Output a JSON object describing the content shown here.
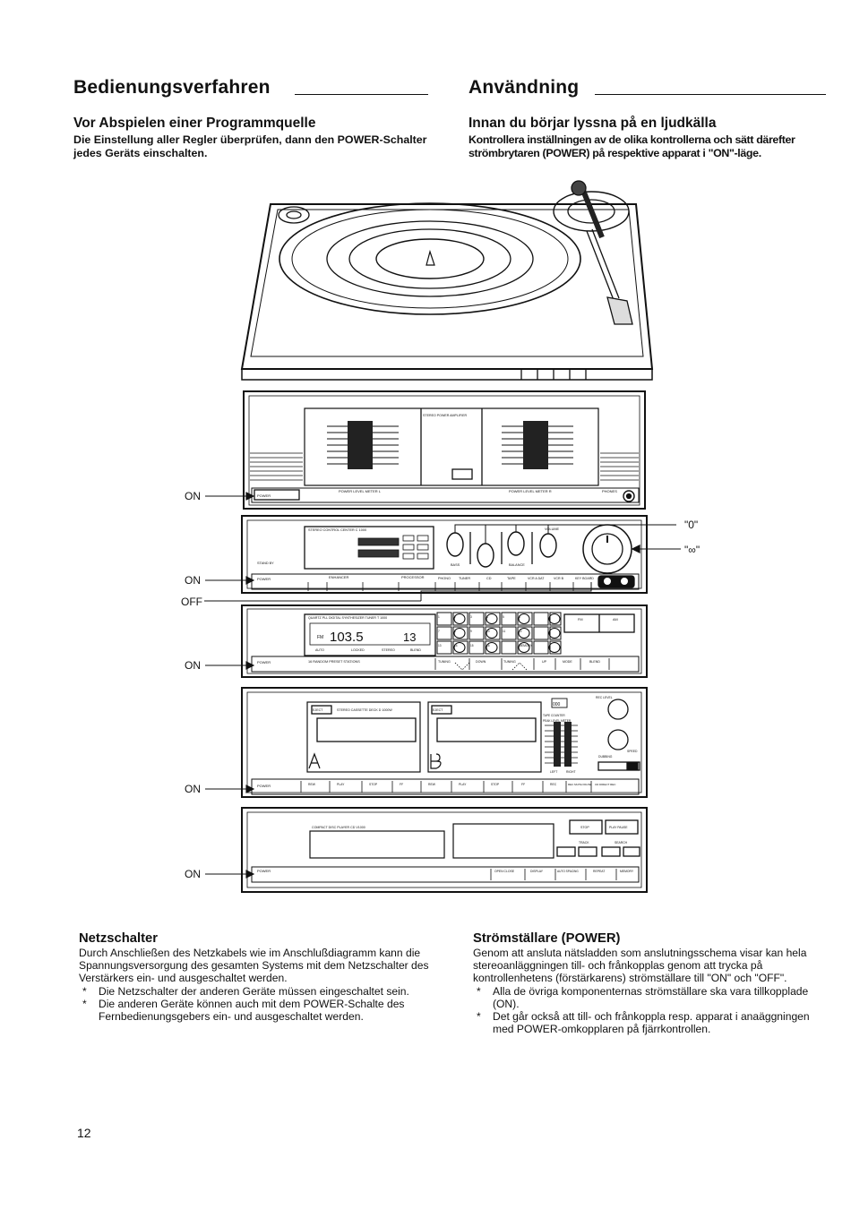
{
  "left": {
    "title": "Bedienungsverfahren",
    "subtitle": "Vor Abspielen einer Programmquelle",
    "lead": "Die Einstellung aller Regler überprüfen, dann den POWER-Schalter jedes Geräts einschalten.",
    "section2_title": "Netzschalter",
    "section2_body": "Durch Anschließen des Netzkabels wie im Anschlußdiagramm kann die Spannungsversorgung des gesamten Systems mit dem Netzschalter des Verstärkers ein- und ausgeschaltet werden.",
    "bullets": [
      "Die Netzschalter der anderen Geräte müssen eingeschaltet sein.",
      "Die anderen Geräte können auch mit dem POWER-Schalte des Fernbedienungsgebers ein- und ausgeschaltet werden."
    ]
  },
  "right": {
    "title": "Användning",
    "subtitle": "Innan du börjar lyssna på en ljudkälla",
    "lead": "Kontrollera inställningen av de olika kontrollerna och sätt därefter strömbrytaren (POWER) på respektive apparat i \"ON\"-läge.",
    "section2_title": "Strömställare (POWER)",
    "section2_body": "Genom att ansluta nätsladden som anslutningsschema visar kan hela stereoanläggningen till- och frånkopplas genom att trycka på kontrollenhetens (förstärkarens) strömställare till \"ON\" och \"OFF\".",
    "bullets": [
      "Alla de övriga komponenternas strömställare ska vara tillkopplade (ON).",
      "Det går också att till- och frånkoppla resp. apparat i anaäggningen med POWER-omkopplaren på fjärrkontrollen."
    ]
  },
  "bullet_mark": "*",
  "page_number": "12",
  "figure": {
    "on": "ON",
    "off": "OFF",
    "knob_zero": "\"0\"",
    "knob_inf": "\"∞\"",
    "power": "POWER",
    "amp": {
      "meter_l": "POWER LEVEL METER L",
      "meter_r": "POWER LEVEL METER R",
      "model": "STEREO POWER AMPLIFIER",
      "phones": "PHONES"
    },
    "control": {
      "model": "STEREO CONTROL CENTER C 1000",
      "stand_by": "STAND BY",
      "bass": "BASS",
      "balance": "BALANCE",
      "volume": "VOLUME",
      "enhancer": "ENHANCER",
      "processor": "PROCESSOR",
      "inputs": [
        "PHONO",
        "TUNER",
        "CD",
        "TAPE",
        "VCR A DAT",
        "VCR B",
        "KEY BOARD"
      ]
    },
    "tuner": {
      "model": "QUARTZ PLL DIGITAL SYNTHESIZER TUNER T 1000",
      "band": "FM",
      "frequency": "103.5",
      "preset": "13",
      "indicators": [
        "AUTO",
        "LOCKED",
        "STEREO",
        "BLEND"
      ],
      "presets_label": "16 RANDOM PRESET STATIONS",
      "presets": [
        "1",
        "2",
        "3",
        "4",
        "5",
        "6",
        "7",
        "8",
        "9",
        "10",
        "11",
        "12",
        "13",
        "14",
        "15",
        "16"
      ],
      "memory": "MEMORY",
      "fm": "FM",
      "am": "AM",
      "tuning": "TUNING",
      "down": "DOWN",
      "up": "UP",
      "mode": "MODE",
      "blend": "BLEND"
    },
    "cassette": {
      "model": "STEREO CASSETTE DECK D 1000W",
      "eject": "EJECT",
      "deck_a": "A",
      "deck_b": "B",
      "counter": "000",
      "tape_counter": "TAPE COUNTER",
      "peak_meter": "PEAK LEVEL METER",
      "left": "LEFT",
      "right": "RIGHT",
      "rec_level": "REC LEVEL",
      "dubbing": "DUBBING",
      "speed": "SPEED",
      "buttons": [
        "REW",
        "PLAY",
        "STOP",
        "FF",
        "REW",
        "PLAY",
        "STOP",
        "FF",
        "REC",
        "REC MUTE PAUSE",
        "CD DIRECT REC"
      ]
    },
    "cd": {
      "model": "COMPACT DISC PLAYER CD V1000",
      "stop": "STOP",
      "play_pause": "PLAY PAUSE",
      "track": "TRACK",
      "search": "SEARCH",
      "buttons": [
        "OPEN CLOSE",
        "DISPLAY",
        "AUTO SPACING",
        "REPEAT",
        "MEMORY"
      ]
    }
  }
}
